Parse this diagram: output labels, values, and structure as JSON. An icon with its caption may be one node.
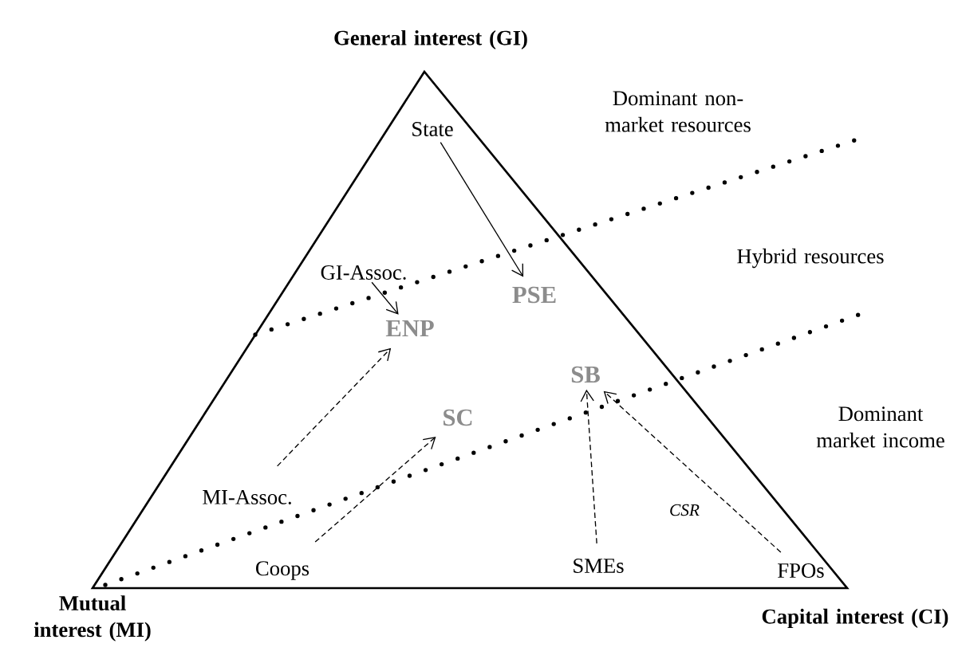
{
  "diagram": {
    "nodes": [
      {
        "text": [
          "State"
        ]
      },
      {
        "text": [
          "PSE"
        ]
      },
      {
        "text": [
          "GI-Assoc."
        ]
      },
      {
        "text": [
          "ENP"
        ]
      },
      {
        "text": [
          "SB"
        ]
      },
      {
        "text": [
          "SC"
        ]
      },
      {
        "text": [
          "MI-Assoc."
        ]
      },
      {
        "text": [
          "Coops"
        ]
      },
      {
        "text": [
          "SMEs"
        ]
      },
      {
        "text": [
          "FPOs"
        ]
      }
    ],
    "edges": [
      {
        "from": 0,
        "to": 1,
        "arrow": "to"
      },
      {
        "from": 2,
        "to": 3,
        "arrow": "to"
      },
      {
        "from": 6,
        "to": 3,
        "arrow": "to",
        "style": "dashed"
      },
      {
        "from": 7,
        "to": 5,
        "arrow": "to",
        "style": "dashed"
      },
      {
        "from": 8,
        "to": 4,
        "arrow": "to",
        "style": "dashed"
      },
      {
        "from": 9,
        "to": 4,
        "arrow": "to",
        "style": "dashed",
        "label": "CSR"
      }
    ],
    "labels": [
      "General interest (GI)",
      "Dominant non-market resources",
      "Hybrid resources",
      "Dominant market income",
      "Mutual interest (MI)",
      "Capital interest (CI)"
    ]
  }
}
